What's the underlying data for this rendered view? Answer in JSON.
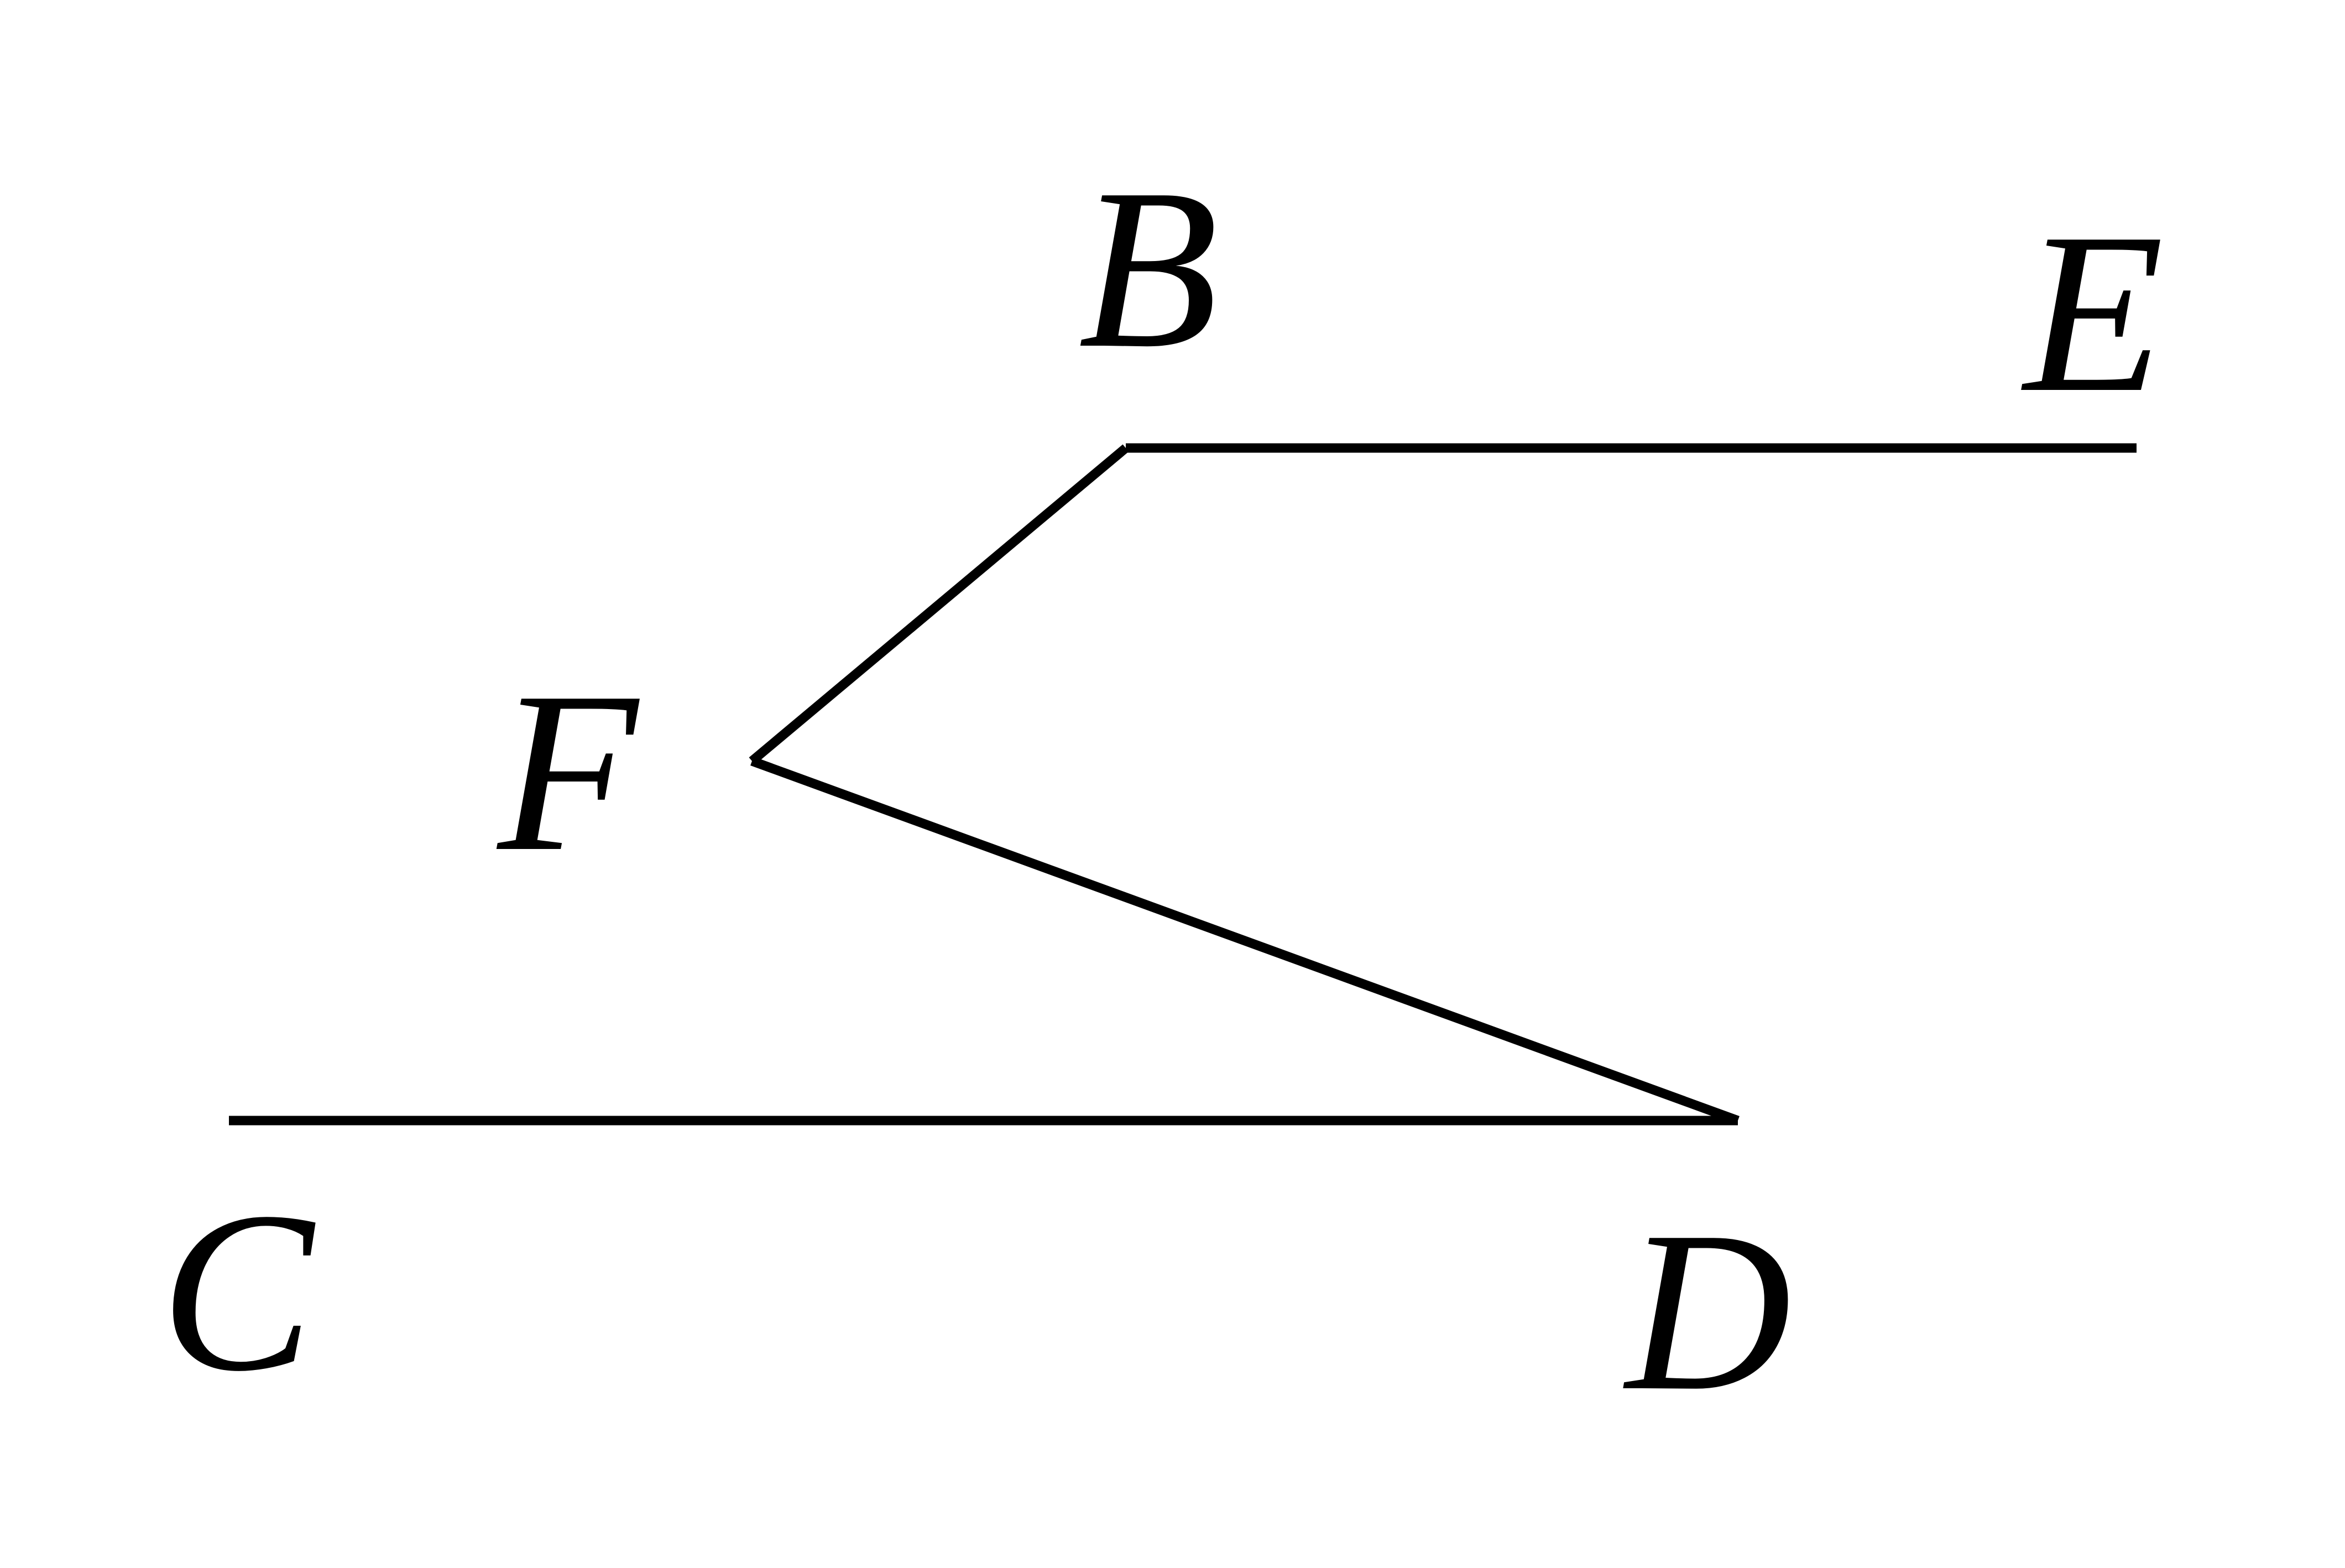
{
  "diagram": {
    "points": {
      "B": {
        "label": "B"
      },
      "E": {
        "label": "E"
      },
      "F": {
        "label": "F"
      },
      "C": {
        "label": "C"
      },
      "D": {
        "label": "D"
      }
    },
    "segments": [
      {
        "from": "B",
        "to": "E"
      },
      {
        "from": "B",
        "to": "F"
      },
      {
        "from": "F",
        "to": "D"
      },
      {
        "from": "C",
        "to": "D"
      }
    ],
    "line_color": "#000000",
    "text_color": "#000000"
  }
}
